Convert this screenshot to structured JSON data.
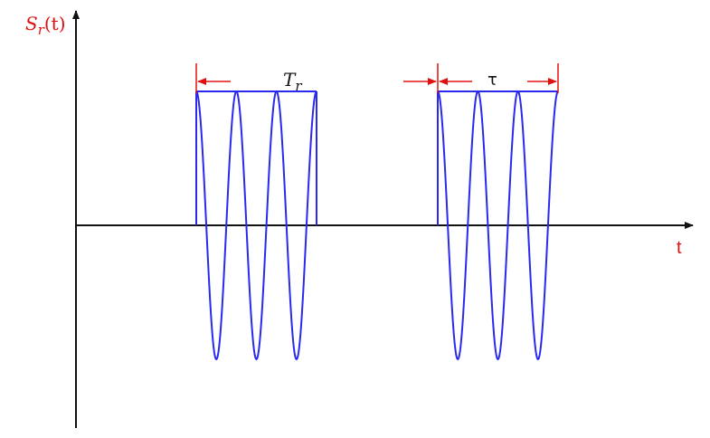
{
  "diagram": {
    "y_axis_label": "S",
    "y_axis_label_sub": "r",
    "y_axis_label_tail": "(t)",
    "x_axis_label": "t",
    "period_label": "T",
    "period_label_sub": "r",
    "width_label": "τ",
    "colors": {
      "axis": "#111111",
      "signal": "#2a2aee",
      "annotation": "#e01010"
    },
    "pulse_count": 2,
    "cycles_per_pulse": 3
  }
}
